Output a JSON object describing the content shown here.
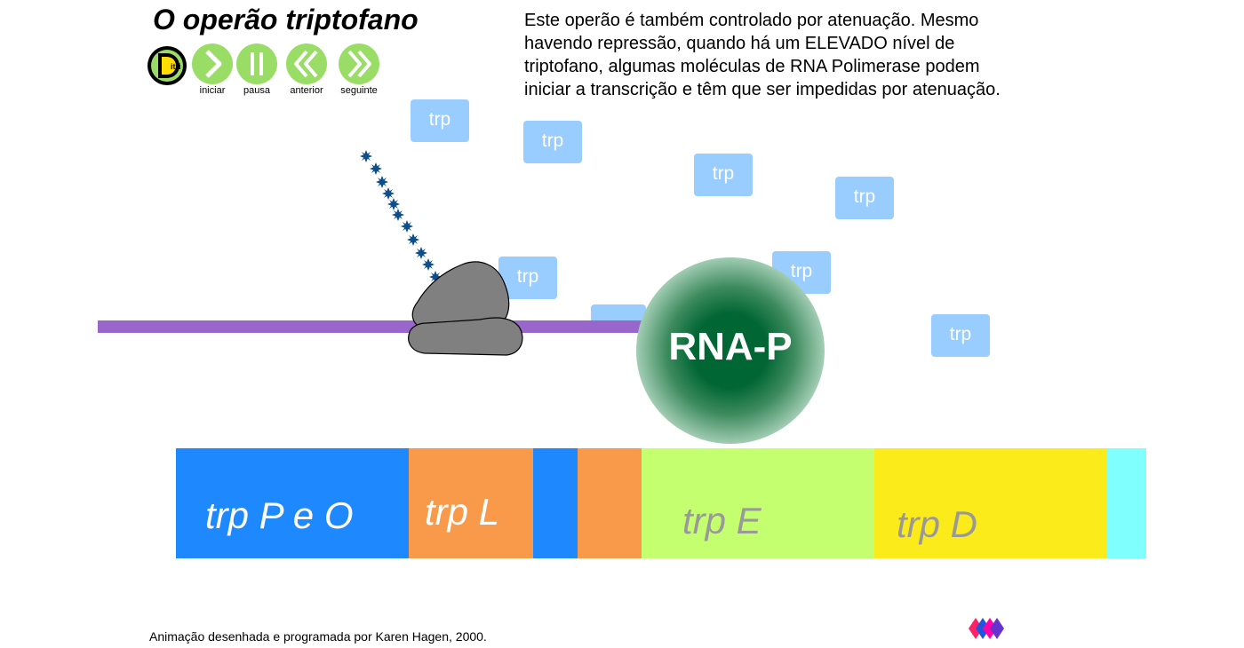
{
  "title": "O operão triptofano",
  "description": "Este operão é também controlado por atenuação. Mesmo havendo repressão, quando há um ELEVADO nível de triptofano, algumas moléculas de RNA Polimerase podem iniciar a transcrição e têm que ser impedidas por atenuação.",
  "controls": {
    "logo_text": "itri",
    "start_label": "iniciar",
    "pause_label": "pausa",
    "prev_label": "anterior",
    "next_label": "seguinte",
    "button_color": "#99dd66"
  },
  "trp_molecules": [
    "trp",
    "trp",
    "trp",
    "trp",
    "trp",
    "trp",
    "trp"
  ],
  "rna_polymerase": {
    "label": "RNA-P",
    "color": "#006633"
  },
  "genes": {
    "promoter_operator": {
      "label": "trp P e O",
      "color": "#1e88ff"
    },
    "leader": {
      "label": "trp L",
      "color": "#f99a4a"
    },
    "gene_e": {
      "label": "trp E",
      "color": "#c4ff6f"
    },
    "gene_d": {
      "label": "trp D",
      "color": "#fbeb1a"
    },
    "next_color": "#80ffff"
  },
  "dna_color": "#9966cc",
  "trp_color": "#99ccff",
  "footer": "Animação desenhada e programada por Karen Hagen, 2000."
}
